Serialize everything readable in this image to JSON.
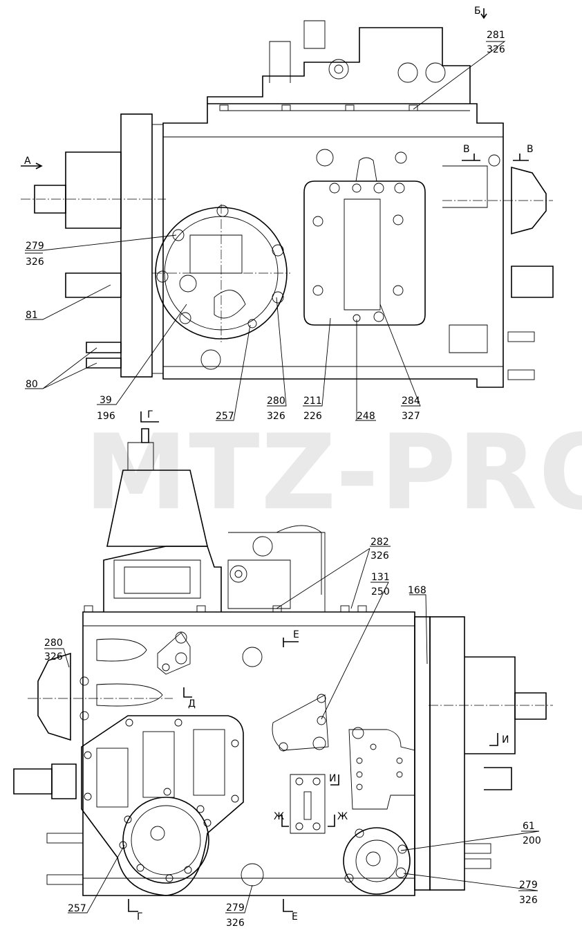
{
  "watermark": "MTZ-PRO",
  "top_view": {
    "labels": {
      "view_a": "А",
      "view_b": "Б",
      "section_v_left": "В",
      "section_v_right": "В",
      "l279_326_top": "279",
      "l279_326_bottom": "326",
      "l81": "81",
      "l80": "80",
      "l39": "39",
      "l196": "196",
      "l257": "257",
      "l280": "280",
      "l280_326": "326",
      "l211": "211",
      "l226": "226",
      "l248": "248",
      "l284": "284",
      "l327": "327",
      "l281": "281",
      "l281_326": "326"
    }
  },
  "bottom_view": {
    "labels": {
      "section_g_top": "Г",
      "section_g_bottom": "Г",
      "l282": "282",
      "l282_326": "326",
      "l131": "131",
      "l250": "250",
      "l168": "168",
      "section_e_top": "Е",
      "section_e_bottom": "Е",
      "section_d": "Д",
      "section_i_left": "И",
      "section_i_right": "И",
      "section_zh_left": "Ж",
      "section_zh_right": "Ж",
      "l280": "280",
      "l280_326": "326",
      "l257": "257",
      "l279_a": "279",
      "l279_a_326": "326",
      "l61": "61",
      "l200": "200",
      "l279_b": "279",
      "l279_b_326": "326"
    }
  }
}
